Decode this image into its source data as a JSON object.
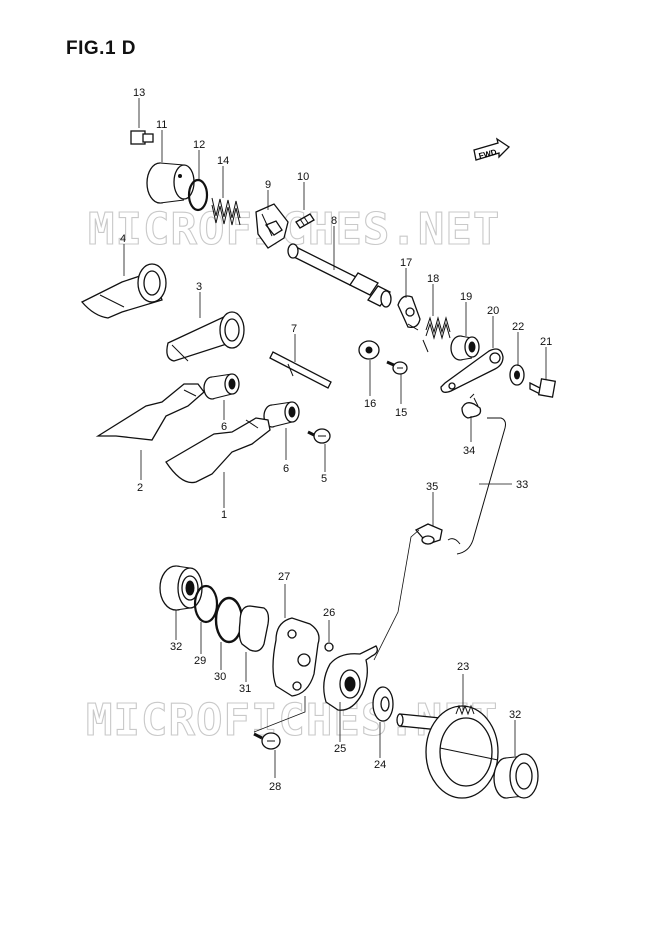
{
  "figure": {
    "title": "FIG.1 D"
  },
  "watermark": "MICROFICHES.NET",
  "fwd_label": "FWD",
  "callouts": {
    "p1": "1",
    "p2": "2",
    "p3": "3",
    "p4": "4",
    "p5": "5",
    "p6a": "6",
    "p6b": "6",
    "p7": "7",
    "p8": "8",
    "p9": "9",
    "p10": "10",
    "p11": "11",
    "p12": "12",
    "p13": "13",
    "p14": "14",
    "p15": "15",
    "p16": "16",
    "p17": "17",
    "p18": "18",
    "p19": "19",
    "p20": "20",
    "p21": "21",
    "p22": "22",
    "p23": "23",
    "p24": "24",
    "p25": "25",
    "p26": "26",
    "p27": "27",
    "p28": "28",
    "p29": "29",
    "p30": "30",
    "p31": "31",
    "p32a": "32",
    "p32b": "32",
    "p33": "33",
    "p34": "34",
    "p35": "35"
  },
  "colors": {
    "ink": "#111111",
    "watermark": "#c9c9c9",
    "background": "#ffffff"
  }
}
